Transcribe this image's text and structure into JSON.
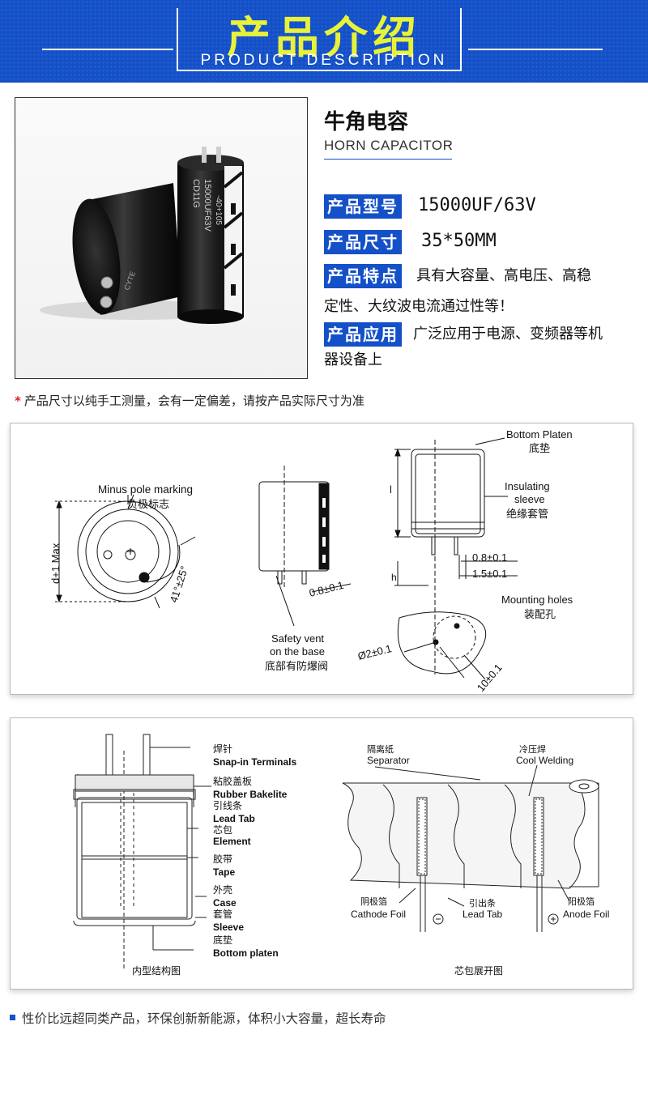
{
  "header": {
    "title": "产品介绍",
    "subtitle": "PRODUCT DESCRIPTION"
  },
  "product": {
    "name": "牛角电容",
    "name_en": "HORN CAPACITOR",
    "printed_markings": {
      "rated": "15000UF63V",
      "series": "CD11G",
      "temp": "-40+105"
    },
    "specs": {
      "model_label": "产品型号",
      "model_value": "15000UF/63V",
      "size_label": "产品尺寸",
      "size_value": "35*50MM",
      "feature_label": "产品特点",
      "feature_line1": "具有大容量、高电压、高稳",
      "feature_line2": "定性、大纹波电流通过性等！",
      "application_label": "产品应用",
      "application_line1": "广泛应用于电源、变频器等机",
      "application_line2": "器设备上"
    }
  },
  "note": {
    "star": "*",
    "text": "产品尺寸以纯手工测量，会有一定偏差，请按产品实际尺寸为准"
  },
  "dimension_drawing": {
    "minus_pole_en": "Minus pole marking",
    "minus_pole_cn": "负极标志",
    "d_max": "d+1 Max",
    "angle": "41°±25°",
    "lead_dim": "0.8±0.1",
    "safety_vent_en1": "Safety vent",
    "safety_vent_en2": "on the base",
    "safety_vent_cn": "底部有防爆阀",
    "bottom_platen_en": "Bottom  Platen",
    "bottom_platen_cn": "底垫",
    "insulating_en1": "Insulating",
    "insulating_en2": "sleeve",
    "insulating_cn": "绝缘套管",
    "dim_a": "0.8±0.1",
    "dim_b": "1.5±0.1",
    "mounting_en": "Mounting holes",
    "mounting_cn": "装配孔",
    "hole_dia": "Ø2±0.1",
    "hole_pitch": "10±0.1",
    "length_mark": "l",
    "height_mark": "h"
  },
  "structure_drawing": {
    "terminal_cn": "焊针",
    "terminal_en": "Snap-in Terminals",
    "bakelite_cn": "粘胶盖板",
    "bakelite_en": "Rubber Bakelite",
    "leadtab_cn": "引线条",
    "leadtab_en": "Lead Tab",
    "element_cn": "芯包",
    "element_en": "Element",
    "tape_cn": "胶带",
    "tape_en": "Tape",
    "case_cn": "外壳",
    "case_en": "Case",
    "sleeve_cn": "套管",
    "sleeve_en": "Sleeve",
    "platen_cn": "底垫",
    "platen_en": "Bottom platen",
    "left_caption": "内型结构图",
    "separator_cn": "隔离纸",
    "separator_en": "Separator",
    "coolweld_cn": "冷压焊",
    "coolweld_en": "Cool Welding",
    "cathode_cn": "阴极箔",
    "cathode_en": "Cathode Foil",
    "leadtab2_cn": "引出条",
    "leadtab2_en": "Lead Tab",
    "anode_cn": "阳极箔",
    "anode_en": "Anode Foil",
    "right_caption": "芯包展开图"
  },
  "footer": {
    "text": "性价比远超同类产品，环保创新新能源，体积小大容量，超长寿命"
  },
  "colors": {
    "brand_blue": "#1450c8",
    "title_yellow": "#e9f23a",
    "note_star": "#dd2222"
  }
}
